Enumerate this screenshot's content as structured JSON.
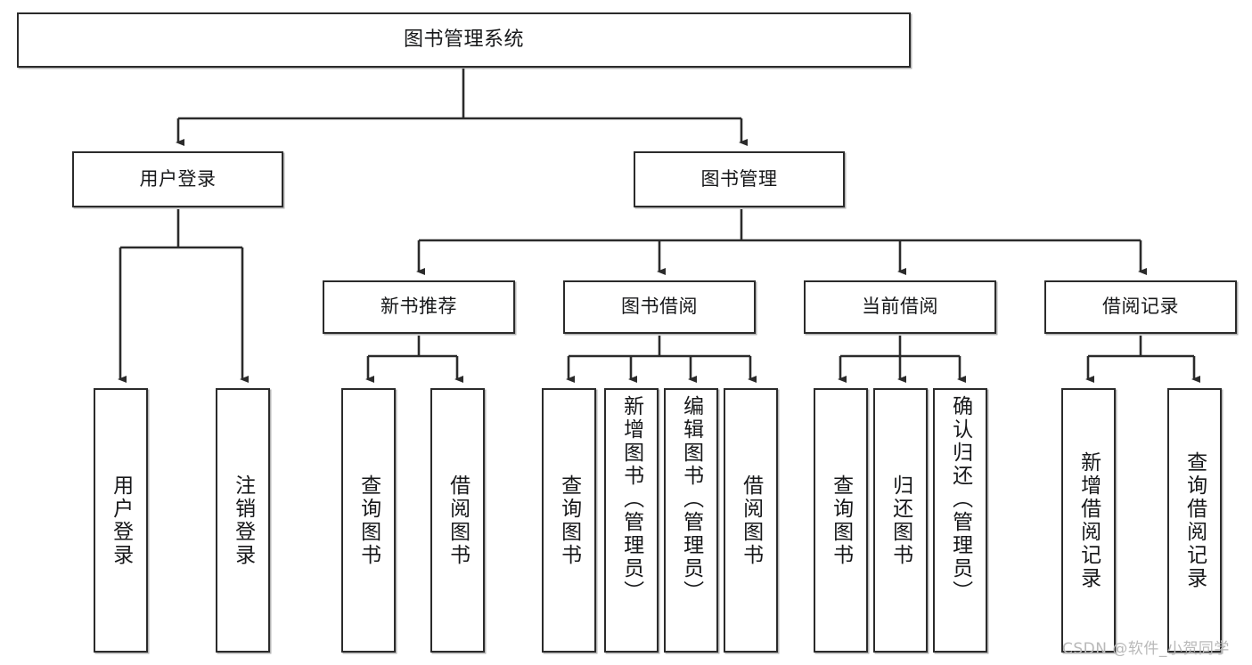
{
  "diagram": {
    "title": "图书管理系统",
    "type": "tree-hierarchy-chart",
    "watermark": "CSDN @软件_小贺同学",
    "colors": {
      "box_border": "#2b2b2b",
      "box_fill": "#ffffff",
      "connector": "#2b2b2b",
      "text": "#17181a",
      "watermark": "#b9b9b9"
    },
    "root": {
      "label": "图书管理系统"
    },
    "level2": [
      {
        "id": "user-login",
        "label": "用户登录"
      },
      {
        "id": "book-manage",
        "label": "图书管理"
      }
    ],
    "level3": [
      {
        "id": "new-book-recommend",
        "label": "新书推荐"
      },
      {
        "id": "book-borrow",
        "label": "图书借阅"
      },
      {
        "id": "current-borrow",
        "label": "当前借阅"
      },
      {
        "id": "borrow-record",
        "label": "借阅记录"
      }
    ],
    "leaves": {
      "user_login": [
        {
          "id": "leaf-user-login",
          "label": "用户登录"
        },
        {
          "id": "leaf-logout-login",
          "label": "注销登录"
        }
      ],
      "new_book_recommend": [
        {
          "id": "leaf-query-book-1",
          "label": "查询图书"
        },
        {
          "id": "leaf-borrow-book-1",
          "label": "借阅图书"
        }
      ],
      "book_borrow": [
        {
          "id": "leaf-query-book-2",
          "label": "查询图书"
        },
        {
          "id": "leaf-add-book",
          "label": "新增图书（管理员）"
        },
        {
          "id": "leaf-edit-book",
          "label": "编辑图书（管理员）"
        },
        {
          "id": "leaf-borrow-book-2",
          "label": "借阅图书"
        }
      ],
      "current_borrow": [
        {
          "id": "leaf-query-book-3",
          "label": "查询图书"
        },
        {
          "id": "leaf-return-book",
          "label": "归还图书"
        },
        {
          "id": "leaf-confirm-return",
          "label": "确认归还（管理员）"
        }
      ],
      "borrow_record": [
        {
          "id": "leaf-add-record",
          "label": "新增借阅记录"
        },
        {
          "id": "leaf-query-record",
          "label": "查询借阅记录"
        }
      ]
    }
  }
}
